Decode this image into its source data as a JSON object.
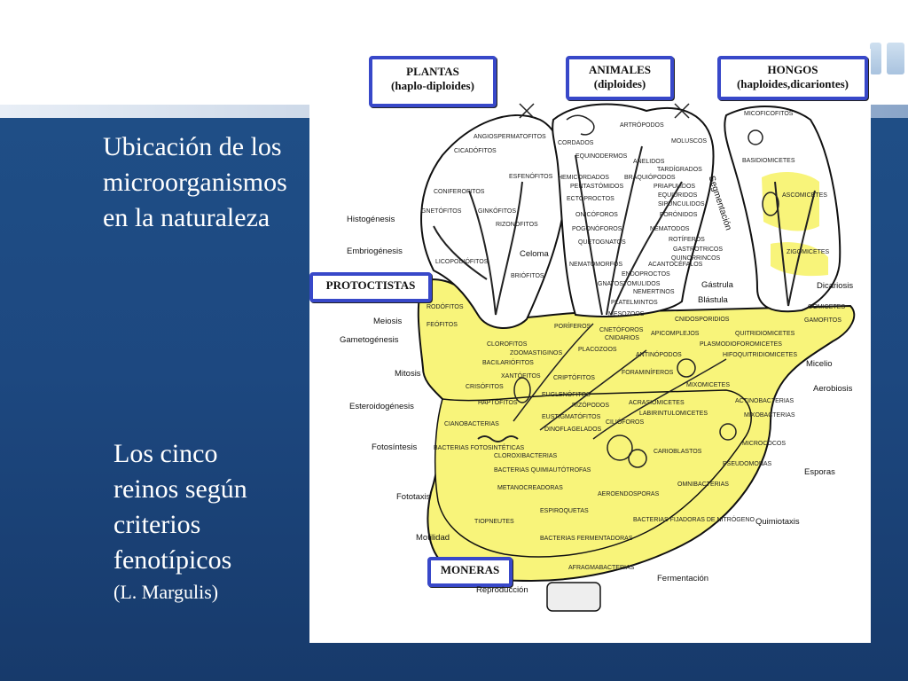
{
  "slide": {
    "title_lines": [
      "Ubicación de los",
      "microorganismos",
      "en la naturaleza"
    ],
    "subtitle_lines": [
      "Los cinco",
      "reinos según",
      "criterios",
      "fenotípicos"
    ],
    "credit": "(L. Margulis)"
  },
  "kingdoms": {
    "plantas": {
      "name": "PLANTAS",
      "note": "(haplo-diploides)"
    },
    "animales": {
      "name": "ANIMALES",
      "note": "(diploides)"
    },
    "hongos": {
      "name": "HONGOS",
      "note": "(haploides,dicariontes)"
    },
    "protoctistas": {
      "name": "PROTOCTISTAS"
    },
    "moneras": {
      "name": "MONERAS"
    }
  },
  "processes_left": [
    "Histogénesis",
    "Embriogénesis",
    "Meiosis",
    "Gametogénesis",
    "Mitosis",
    "Esteroidogénesis",
    "Fotosíntesis",
    "Fototaxis",
    "Motilidad",
    "Reproducción"
  ],
  "processes_right": [
    "Dicariosis",
    "Micelio",
    "Aerobiosis",
    "Esporas",
    "Quimiotaxis",
    "Fermentación"
  ],
  "processes_center": {
    "celoma": "Celoma",
    "gastrula": "Gástrula",
    "blastula": "Blástula",
    "segmentacion": "Segmentación"
  },
  "plantas_groups": [
    "ANGIOSPERMATOFITOS",
    "CICADÓFITOS",
    "CONIFEROFITOS",
    "ESFENÓFITOS",
    "GNETÓFITOS",
    "GINKÓFITOS",
    "RIZONOFITOS",
    "LICOPODIÓFITOS",
    "BRIÓFITOS"
  ],
  "animales_groups": [
    "ARTRÓPODOS",
    "CORDADOS",
    "MOLUSCOS",
    "EQUINODERMOS",
    "ANELIDOS",
    "TARDÍGRADOS",
    "HEMICORDADOS",
    "BRAQUIÓPODOS",
    "PENTASTÓMIDOS",
    "PRIAPULÍDOS",
    "ECTOPROCTOS",
    "EQUIURIDOS",
    "SIPUNCULIDOS",
    "ONICÓFOROS",
    "FORÓNIDOS",
    "POGONÓFOROS",
    "NEMATODOS",
    "QUETOGNATOS",
    "ROTÍFEROS",
    "GASTROTRICOS",
    "QUINORRINCOS",
    "NEMATOMORFOS",
    "ACANTOCÉFALOS",
    "ENDOPROCTOS",
    "GNATOSTOMULIDOS",
    "NEMERTINOS",
    "PLATELMINTOS",
    "MESOZOOS",
    "PORÍFEROS",
    "CNETÓFOROS",
    "CNIDARIOS",
    "PLACOZOOS"
  ],
  "hongos_groups": [
    "MICOFICOFITOS",
    "BASIDIOMICETES",
    "ASCOMICETES",
    "ZIGOMICETES"
  ],
  "protoctistas_groups": [
    "RODÓFITOS",
    "FEÓFITOS",
    "CLOROFITOS",
    "ZOOMASTIGINOS",
    "BACILARIÓFITOS",
    "XANTÓFITOS",
    "CRIPTÓFITOS",
    "CRISÓFITOS",
    "HAPTÓFITOS",
    "EUGLENÓFITOS",
    "RIZÓPODOS",
    "EUSTIGMATÓFITOS",
    "CILIÓFOROS",
    "DINOFLAGELADOS",
    "CNIDOSPORIDIOS",
    "APICOMPLEJOS",
    "PLASMODIOFOROMICETES",
    "QUITRIDIOMICETES",
    "LABIRINTULOMICETES",
    "ACRASIOMICETES",
    "ANTINÓPODOS",
    "FORAMINÍFEROS",
    "MIXOMICETES",
    "HIFOQUITRIDIOMICETES",
    "OOMICETES",
    "GAMOFITOS"
  ],
  "moneras_groups": [
    "CIANOBACTERIAS",
    "BACTERIAS FOTOSINTÉTICAS",
    "CLOROXIBACTERIAS",
    "BACTERIAS QUIMIAUTÓTROFAS",
    "METANOCREADORAS",
    "ACTINOBACTERIAS",
    "MIXOBACTERIAS",
    "MICROCOCOS",
    "PSEUDOMONAS",
    "CARIOBLASTOS",
    "OMNIBACTERIAS",
    "AEROENDOSPORAS",
    "ESPIROQUETAS",
    "TIOPNEUTES",
    "BACTERIAS FIJADORAS DE NITRÓGENO",
    "BACTERIAS FERMENTADORAS",
    "AFRAGMABACTERIAS"
  ],
  "colors": {
    "slide_blue": "#1d4880",
    "kingdom_border": "#3848c9",
    "protist_fill": "#f8f47a"
  }
}
